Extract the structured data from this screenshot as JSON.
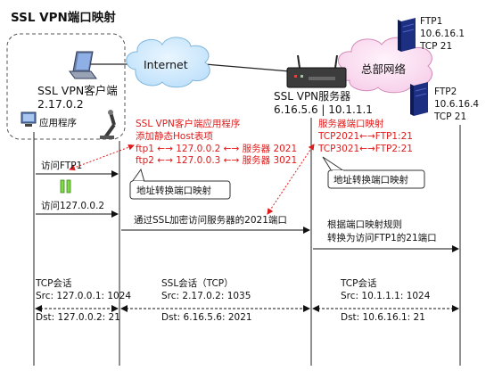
{
  "title": "SSL VPN端口映射",
  "internet_label": "Internet",
  "hq_label": "总部网络",
  "client": {
    "name": "SSL VPN客户端",
    "ip": "2.17.0.2",
    "app_label": "应用程序"
  },
  "server": {
    "name": "SSL VPN服务器",
    "ips": "6.16.5.6 | 10.1.1.1"
  },
  "ftp1": {
    "name": "FTP1",
    "ip": "10.6.16.1",
    "port": "TCP 21"
  },
  "ftp2": {
    "name": "FTP2",
    "ip": "10.6.16.4",
    "port": "TCP 21"
  },
  "client_mapping": {
    "line1": "SSL VPN客户端应用程序",
    "line2": "添加静态Host表项",
    "line3": "ftp1 ←→ 127.0.0.2 ←→ 服务器 2021",
    "line4": "ftp2 ←→ 127.0.0.3 ←→ 服务器 3021"
  },
  "server_mapping": {
    "line1": "服务器端口映射",
    "line2": "TCP2021←→FTP1:21",
    "line3": "TCP3021←→FTP2:21"
  },
  "callout_client": "地址转换端口映射",
  "callout_server": "地址转换端口映射",
  "steps": {
    "access_ftp1": "访问FTP1",
    "access_local": "访问127.0.0.2",
    "ssl_tunnel": "通过SSL加密访问服务器的2021端口",
    "rule_line1": "根据端口映射规则",
    "rule_line2": "转换为访问FTP1的21端口"
  },
  "sessions": {
    "tcp_client": {
      "title": "TCP会话",
      "src": "Src: 127.0.0.1: 1024",
      "dst": "Dst: 127.0.0.2: 21"
    },
    "ssl": {
      "title": "SSL会话（TCP）",
      "src": "Src: 2.17.0.2: 1035",
      "dst": "Dst: 6.16.5.6: 2021"
    },
    "tcp_server": {
      "title": "TCP会话",
      "src": "Src: 10.1.1.1: 1024",
      "dst": "Dst: 10.6.16.1: 21"
    }
  }
}
